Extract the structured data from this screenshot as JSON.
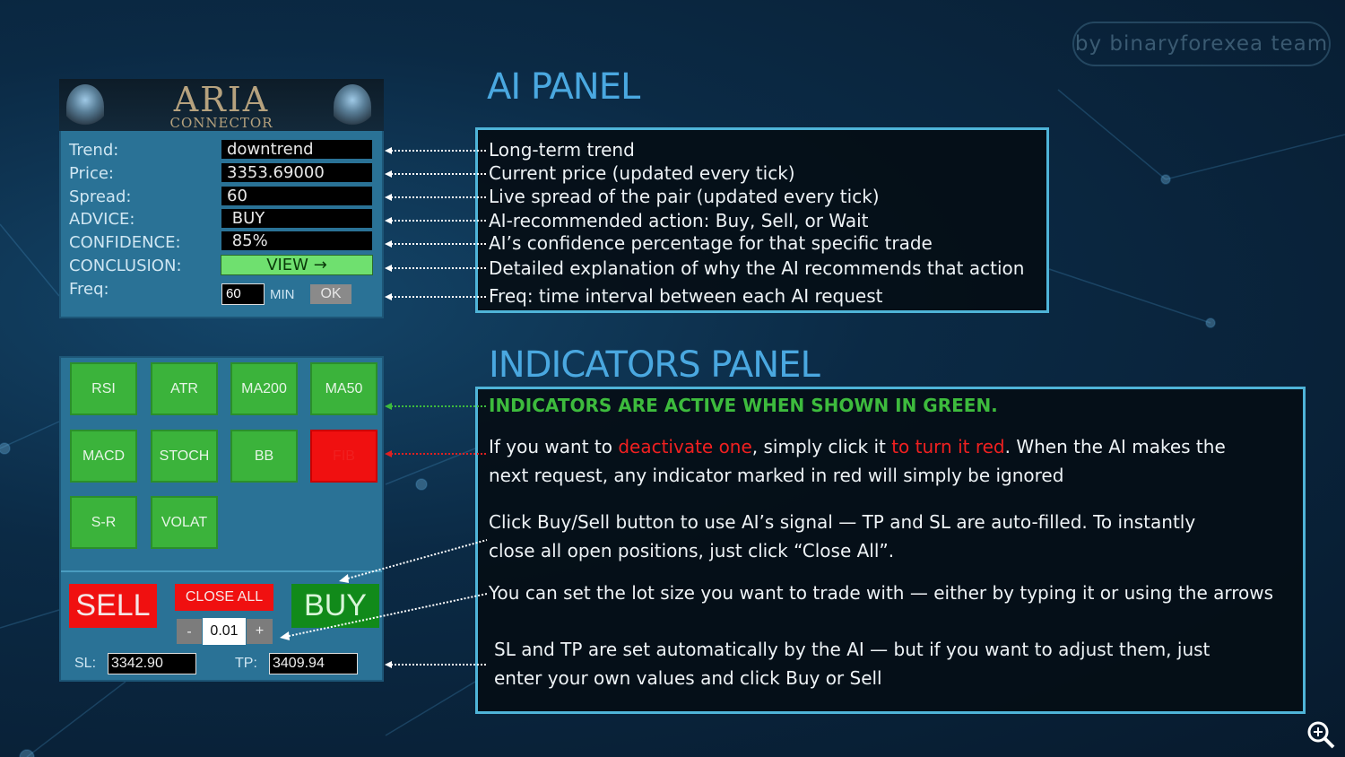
{
  "watermark": "by binaryforexea team",
  "ai_panel": {
    "logo_title": "ARIA",
    "logo_subtitle": "CONNECTOR",
    "rows": [
      {
        "label": "Trend:",
        "value": "downtrend"
      },
      {
        "label": "Price:",
        "value": "3353.69000"
      },
      {
        "label": "Spread:",
        "value": "60"
      },
      {
        "label": "ADVICE:",
        "value": " BUY"
      },
      {
        "label": "CONFIDENCE:",
        "value": " 85%"
      }
    ],
    "conclusion_label": "CONCLUSION:",
    "view_button": "VIEW →",
    "freq_label": "Freq:",
    "freq_value": "60",
    "freq_unit": "MIN",
    "ok_button": "OK"
  },
  "indicators_panel": {
    "buttons": [
      {
        "label": "RSI",
        "active": true
      },
      {
        "label": "ATR",
        "active": true
      },
      {
        "label": "MA200",
        "active": true
      },
      {
        "label": "MA50",
        "active": true
      },
      {
        "label": "MACD",
        "active": true
      },
      {
        "label": "STOCH",
        "active": true
      },
      {
        "label": "BB",
        "active": true
      },
      {
        "label": "FIB",
        "active": false
      },
      {
        "label": "S-R",
        "active": true
      },
      {
        "label": "VOLAT",
        "active": true
      }
    ],
    "sell": "SELL",
    "close_all": "CLOSE ALL",
    "buy": "BUY",
    "lot_minus": "-",
    "lot_value": "0.01",
    "lot_plus": "+",
    "sl_label": "SL:",
    "sl_value": "3342.90",
    "tp_label": "TP:",
    "tp_value": "3409.94"
  },
  "ai_section": {
    "title": "AI PANEL",
    "lines": [
      "Long-term trend",
      "Current price (updated every tick)",
      "Live spread of the pair (updated every tick)",
      "AI-recommended action: Buy, Sell, or Wait",
      "AI’s confidence percentage for that specific trade",
      "Detailed explanation of why the AI recommends that action",
      "Freq: time interval between each AI request"
    ]
  },
  "indicators_section": {
    "title": "INDICATORS PANEL",
    "green_note": "INDICATORS ARE ACTIVE WHEN SHOWN IN GREEN.",
    "p1_a": "If you want to ",
    "p1_b": "deactivate one",
    "p1_c": ", simply click it ",
    "p1_d": "to turn it red",
    "p1_e": ". When the AI makes the",
    "p1_line2": "next request, any indicator marked in red will simply be ignored",
    "p2_line1": "Click Buy/Sell button to use AI’s signal — TP and SL are auto-filled. To instantly",
    "p2_line2": "close all open positions, just click “Close All”.",
    "p3": "You can set the lot size you want to trade with — either by typing it or using the arrows",
    "p4_line1": "SL and TP are set automatically by the AI — but if you want to adjust them, just",
    "p4_line2": "enter your own values and click Buy or Sell"
  },
  "colors": {
    "accent": "#4aa8e0",
    "active": "#3bb33b",
    "inactive": "#f01010"
  }
}
